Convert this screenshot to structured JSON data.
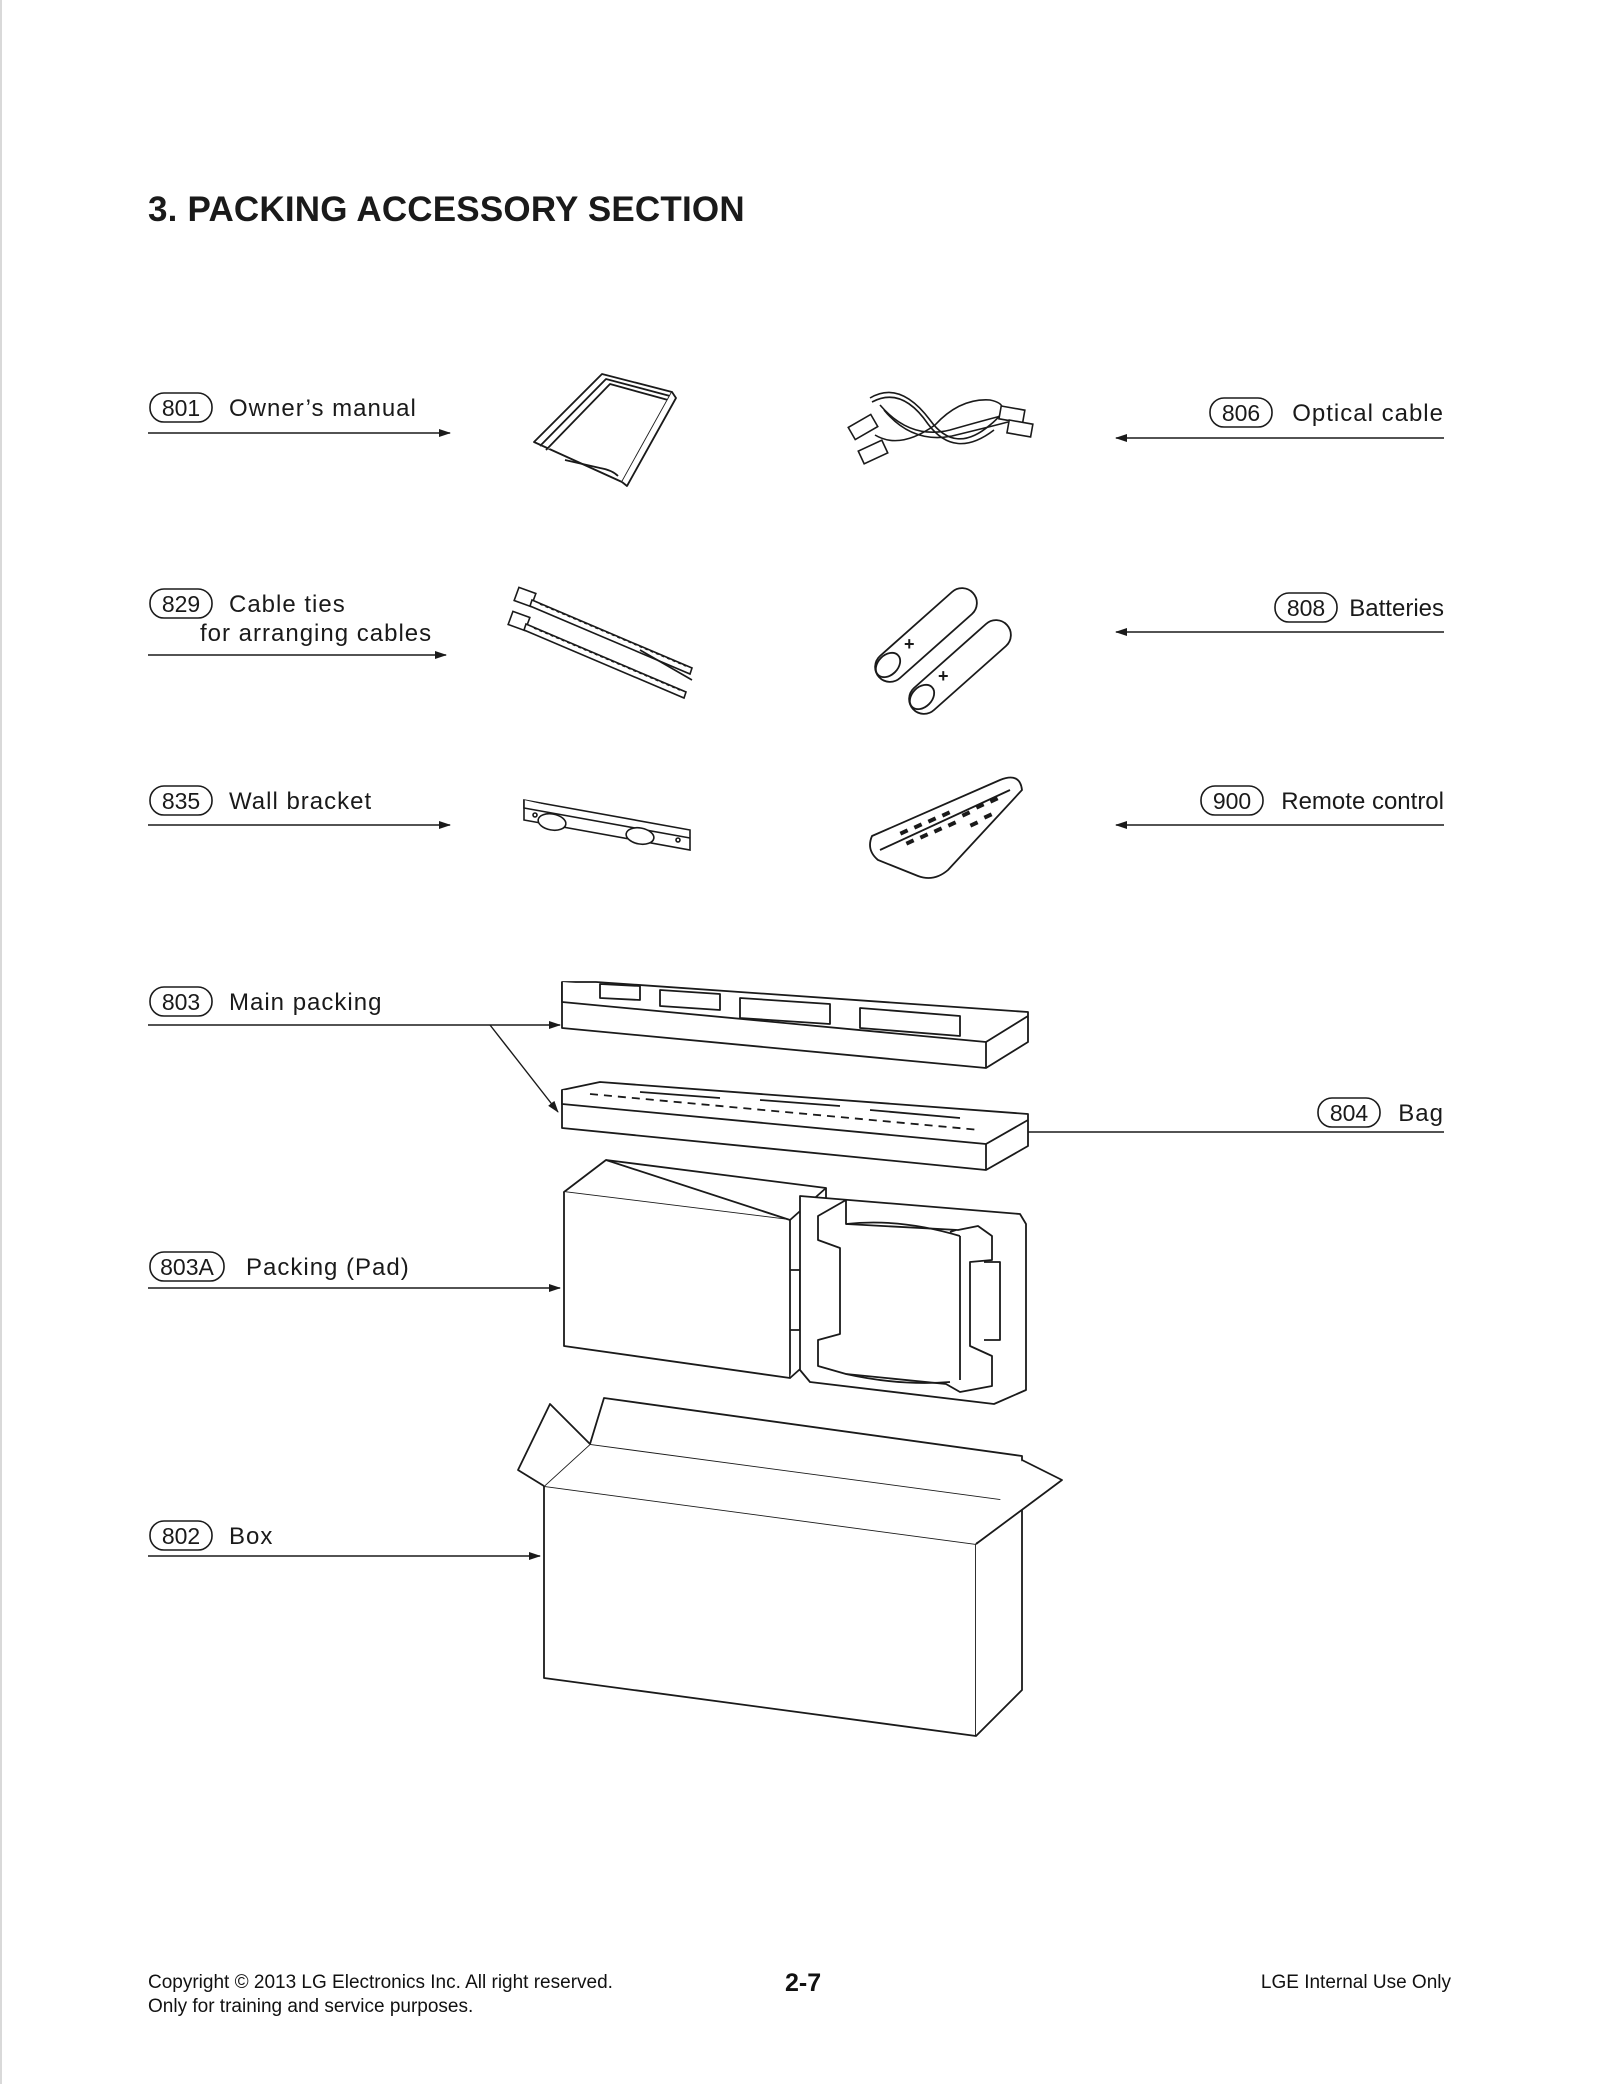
{
  "page": {
    "title": "3. PACKING ACCESSORY SECTION"
  },
  "callouts": [
    {
      "id": "801",
      "label": "Owner’s manual",
      "label2": ""
    },
    {
      "id": "829",
      "label": "Cable ties",
      "label2": "for arranging cables"
    },
    {
      "id": "835",
      "label": "Wall bracket",
      "label2": ""
    },
    {
      "id": "806",
      "label": "Optical cable",
      "label2": ""
    },
    {
      "id": "808",
      "label": "Batteries",
      "label2": ""
    },
    {
      "id": "900",
      "label": "Remote control",
      "label2": ""
    },
    {
      "id": "803",
      "label": "Main packing",
      "label2": ""
    },
    {
      "id": "804",
      "label": "Bag",
      "label2": ""
    },
    {
      "id": "803A",
      "label": "Packing (Pad)",
      "label2": ""
    },
    {
      "id": "802",
      "label": "Box",
      "label2": ""
    }
  ],
  "footer": {
    "copyright": "Copyright © 2013 LG Electronics Inc. All right reserved.",
    "purpose": "Only for training and service purposes.",
    "page_number": "2-7",
    "internal": "LGE Internal Use Only"
  }
}
